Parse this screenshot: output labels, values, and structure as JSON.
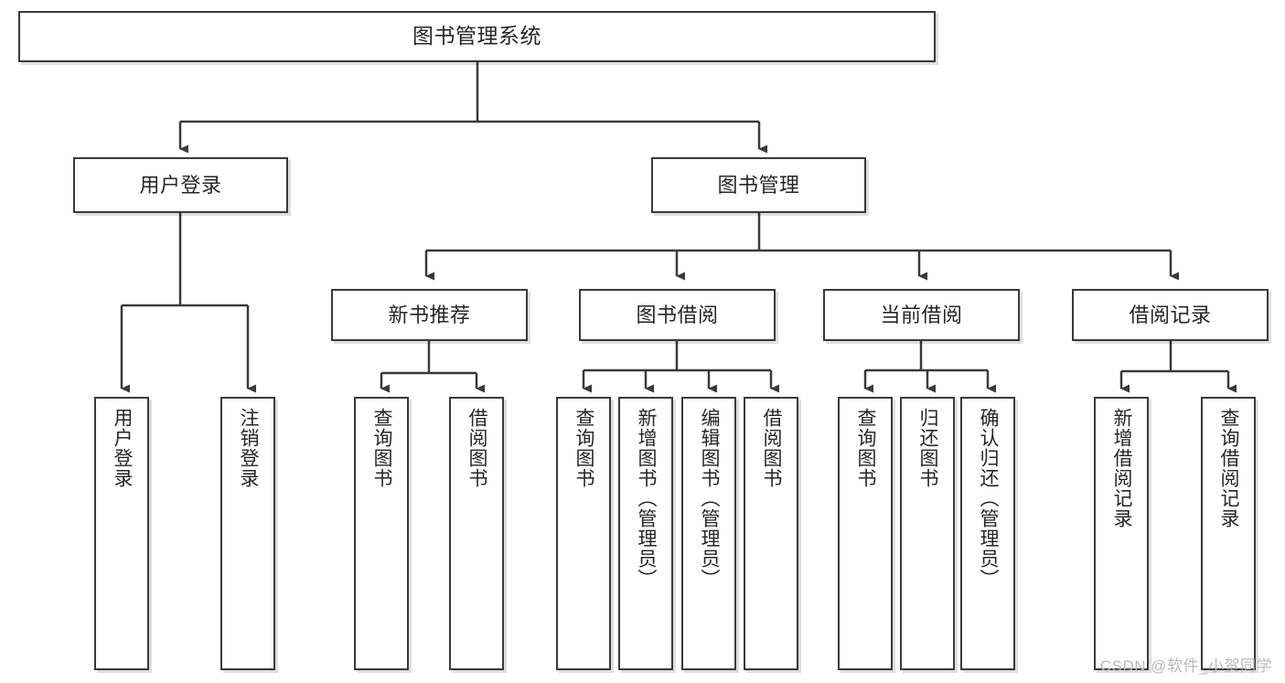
{
  "diagram": {
    "type": "tree",
    "title": "图书管理系统",
    "orientation": "top-down",
    "colors": {
      "box_border": "#3a3a3a",
      "box_fill": "#ffffff",
      "edge": "#3a3a3a",
      "text": "#262626",
      "watermark": "#b9b9b9",
      "background": "#ffffff"
    }
  },
  "watermark": {
    "text": "CSDN @软件_小贺同学"
  },
  "nodes": {
    "root": {
      "label": "图书管理系统",
      "orientation": "horizontal"
    },
    "level1": [
      {
        "id": "user-login",
        "label": "用户登录",
        "orientation": "horizontal"
      },
      {
        "id": "book-management",
        "label": "图书管理",
        "orientation": "horizontal"
      }
    ],
    "level2": [
      {
        "id": "new-book-recommend",
        "label": "新书推荐",
        "orientation": "horizontal"
      },
      {
        "id": "book-borrow",
        "label": "图书借阅",
        "orientation": "horizontal"
      },
      {
        "id": "current-borrow",
        "label": "当前借阅",
        "orientation": "horizontal"
      },
      {
        "id": "borrow-record",
        "label": "借阅记录",
        "orientation": "horizontal"
      }
    ],
    "leaves": [
      {
        "id": "leaf-user-login",
        "label": "用户登录",
        "parent": "user-login",
        "orientation": "vertical"
      },
      {
        "id": "leaf-logout",
        "label": "注销登录",
        "parent": "user-login",
        "orientation": "vertical"
      },
      {
        "id": "leaf-query-book-1",
        "label": "查询图书",
        "parent": "new-book-recommend",
        "orientation": "vertical"
      },
      {
        "id": "leaf-borrow-book-1",
        "label": "借阅图书",
        "parent": "new-book-recommend",
        "orientation": "vertical"
      },
      {
        "id": "leaf-query-book-2",
        "label": "查询图书",
        "parent": "book-borrow",
        "orientation": "vertical"
      },
      {
        "id": "leaf-add-book",
        "label": "新增图书（管理员）",
        "parent": "book-borrow",
        "orientation": "vertical"
      },
      {
        "id": "leaf-edit-book",
        "label": "编辑图书（管理员）",
        "parent": "book-borrow",
        "orientation": "vertical"
      },
      {
        "id": "leaf-borrow-book-2",
        "label": "借阅图书",
        "parent": "book-borrow",
        "orientation": "vertical"
      },
      {
        "id": "leaf-query-book-3",
        "label": "查询图书",
        "parent": "current-borrow",
        "orientation": "vertical"
      },
      {
        "id": "leaf-return-book",
        "label": "归还图书",
        "parent": "current-borrow",
        "orientation": "vertical"
      },
      {
        "id": "leaf-confirm-return",
        "label": "确认归还（管理员）",
        "parent": "current-borrow",
        "orientation": "vertical"
      },
      {
        "id": "leaf-add-record",
        "label": "新增借阅记录",
        "parent": "borrow-record",
        "orientation": "vertical"
      },
      {
        "id": "leaf-query-record",
        "label": "查询借阅记录",
        "parent": "borrow-record",
        "orientation": "vertical"
      }
    ]
  }
}
